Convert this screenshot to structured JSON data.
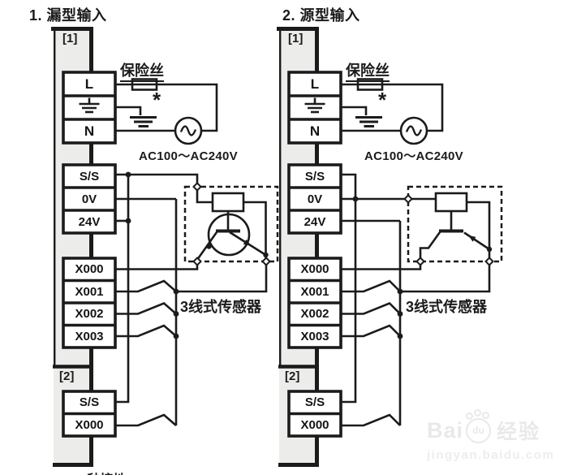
{
  "left": {
    "title": "1. 漏型输入",
    "unit1": "[1]",
    "unit2": "[2]",
    "fuse_label": "保险丝",
    "asterisk": "*",
    "power_label": "AC100～AC240V",
    "sensor_label": "3线式传感器",
    "terminals": {
      "l": "L",
      "n": "N",
      "ss": "S/S",
      "v0": "0V",
      "v24": "24V",
      "x000": "X000",
      "x001": "X001",
      "x002": "X002",
      "x003": "X003",
      "ss2": "S/S",
      "x000_2": "X000"
    }
  },
  "right": {
    "title": "2. 源型输入",
    "unit1": "[1]",
    "unit2": "[2]",
    "fuse_label": "保险丝",
    "asterisk": "*",
    "power_label": "AC100～AC240V",
    "sensor_label": "3线式传感器",
    "terminals": {
      "l": "L",
      "n": "N",
      "ss": "S/S",
      "v0": "0V",
      "v24": "24V",
      "x000": "X000",
      "x001": "X001",
      "x002": "X002",
      "x003": "X003",
      "ss2": "S/S",
      "x000_2": "X000"
    }
  },
  "footer": {
    "note": "D种接地"
  },
  "watermark": {
    "part1": "Bai",
    "part2": "du",
    "part3": "经验",
    "url": "jingyan.baidu.com"
  },
  "colors": {
    "line": "#1b1b1b",
    "rail_fill": "#ececea",
    "watermark": "#e9e9e7",
    "background": "#ffffff"
  }
}
